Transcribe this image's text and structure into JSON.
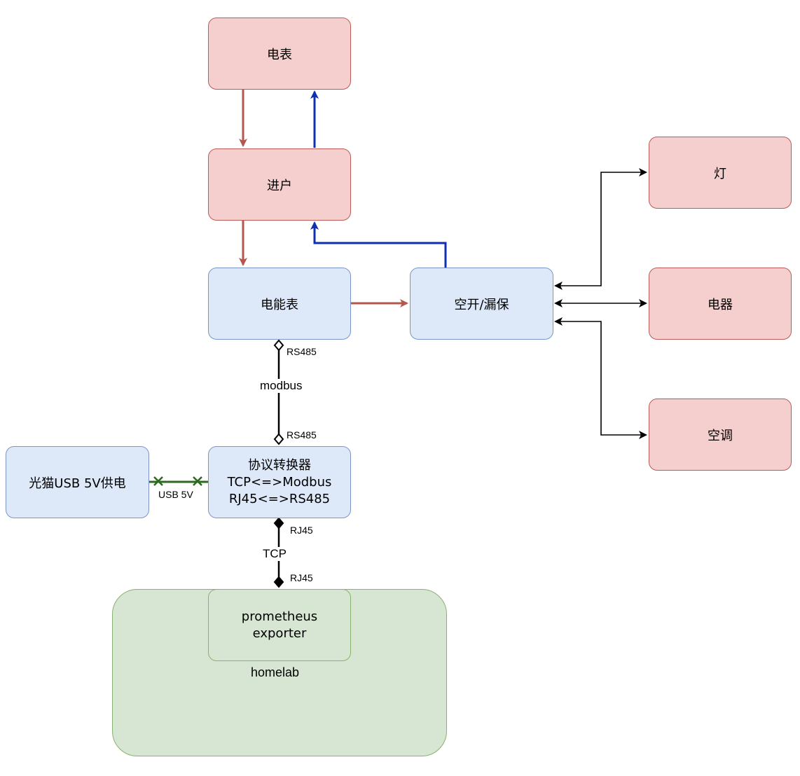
{
  "nodes": {
    "meter": "电表",
    "entry": "进户",
    "energy_meter": "电能表",
    "breaker": "空开/漏保",
    "light": "灯",
    "appliance": "电器",
    "aircon": "空调",
    "power_source": "光猫USB 5V供电",
    "converter": [
      "协议转换器",
      "TCP<=>Modbus",
      "RJ45<=>RS485"
    ],
    "homelab": "homelab",
    "exporter": [
      "prometheus",
      "exporter"
    ]
  },
  "edge_labels": {
    "rs485_top": "RS485",
    "rs485_bottom": "RS485",
    "modbus": "modbus",
    "usb_5v": "USB 5V",
    "rj45_top": "RJ45",
    "rj45_bottom": "RJ45",
    "tcp": "TCP"
  },
  "colors": {
    "power_flow": "#b5564f",
    "return_flow": "#0d2fb0",
    "usb_link": "#2b6a1f",
    "data_link": "#000000"
  }
}
